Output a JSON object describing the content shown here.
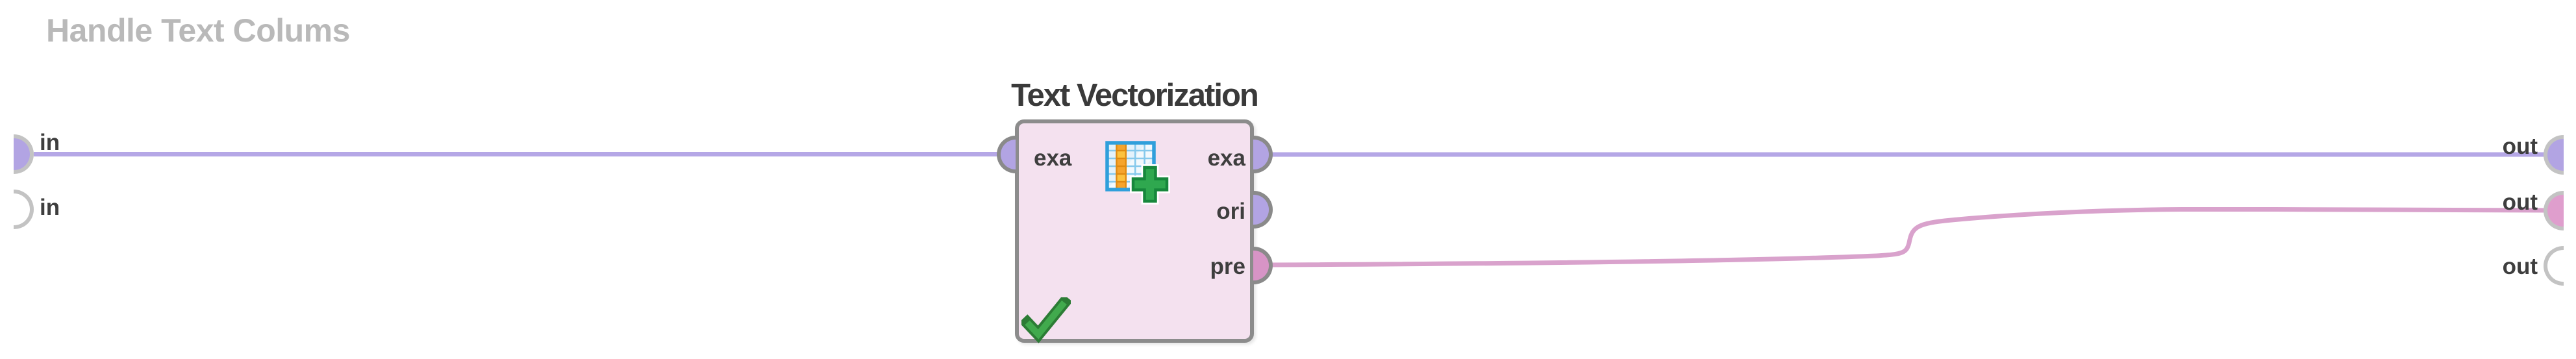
{
  "canvas": {
    "title": "Handle Text Colums",
    "inputs": [
      {
        "label": "in",
        "connected": true
      },
      {
        "label": "in",
        "connected": false
      }
    ],
    "outputs": [
      {
        "label": "out",
        "connected": true
      },
      {
        "label": "out",
        "connected": true
      },
      {
        "label": "out",
        "connected": false
      }
    ]
  },
  "operator": {
    "title": "Text Vectorization",
    "input_ports": [
      {
        "label": "exa",
        "connected": true
      }
    ],
    "output_ports": [
      {
        "label": "exa",
        "connected": true
      },
      {
        "label": "ori",
        "connected": false
      },
      {
        "label": "pre",
        "connected": true
      }
    ],
    "status_icon": "status-ok-check-icon",
    "type_icon": "table-add-column-icon"
  },
  "connections": [
    {
      "from": "in (1)",
      "to": "Text Vectorization.exa",
      "color": "#b5a7e6"
    },
    {
      "from": "Text Vectorization.exa",
      "to": "out (1)",
      "color": "#b5a7e6"
    },
    {
      "from": "Text Vectorization.pre",
      "to": "out (2)",
      "color": "#d9a2cc"
    }
  ],
  "colors": {
    "background": "#ffffff",
    "muted_title": "#b9b9b9",
    "label_text": "#3e3e3e",
    "operator_fill": "#f4e1ef",
    "operator_border": "#8c8c8c",
    "wall_port_ring": "#c3c3c3",
    "purple_port": "#b2a4e3",
    "purple_wire": "#b5a7e6",
    "pink_port": "#df9ecd",
    "deep_pink_port": "#d794c6",
    "pink_wire": "#d9a2cc",
    "check_green": "#41aa4d",
    "icon_blue": "#2f9fdb",
    "icon_orange": "#f6a42c",
    "plus_green": "#2fa84f"
  }
}
